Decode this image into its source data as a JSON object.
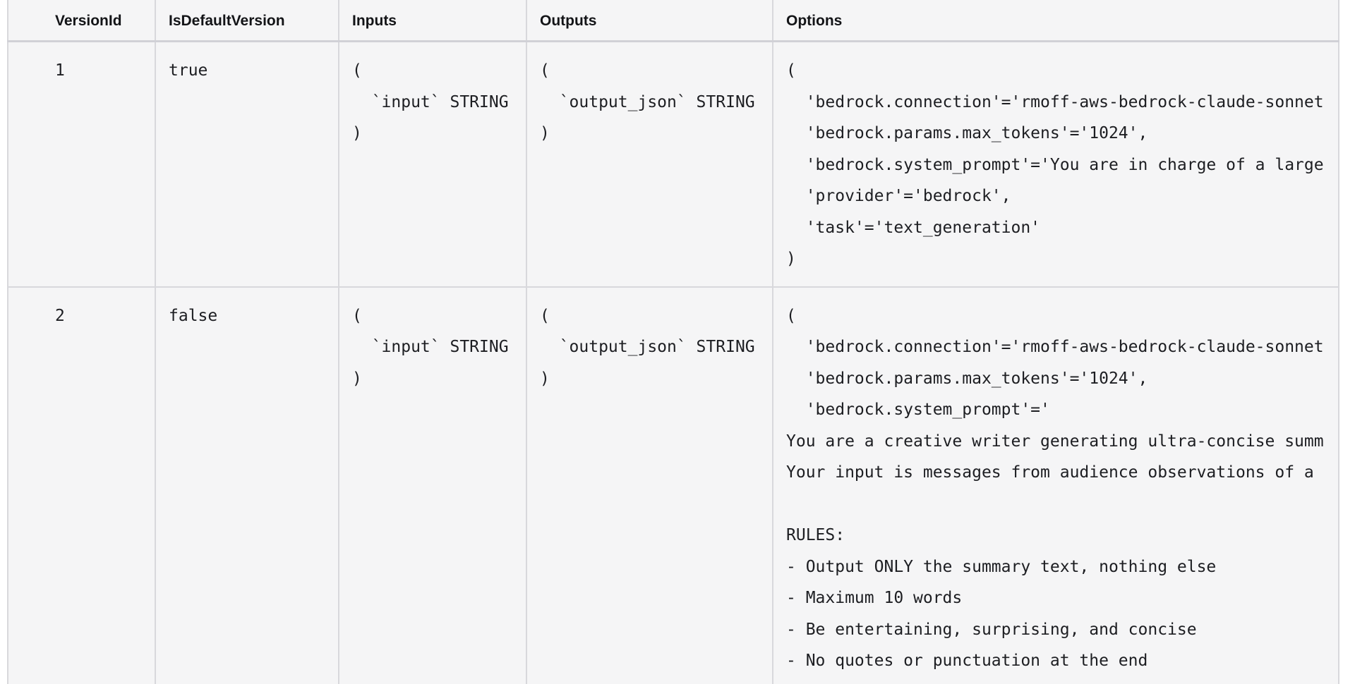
{
  "colors": {
    "page_background": "#ffffff",
    "table_background": "#f5f5f6",
    "border": "#d8d8dc",
    "header_text": "#131417",
    "cell_text": "#1d1e22"
  },
  "table": {
    "columns": [
      {
        "label": "VersionId"
      },
      {
        "label": "IsDefaultVersion"
      },
      {
        "label": "Inputs"
      },
      {
        "label": "Outputs"
      },
      {
        "label": "Options"
      }
    ],
    "rows": [
      {
        "version_id": "1",
        "is_default_version": "true",
        "inputs": "(\n  `input` STRING\n)",
        "outputs": "(\n  `output_json` STRING\n)",
        "options": "(\n  'bedrock.connection'='rmoff-aws-bedrock-claude-sonnet\n  'bedrock.params.max_tokens'='1024',\n  'bedrock.system_prompt'='You are in charge of a large\n  'provider'='bedrock',\n  'task'='text_generation'\n)"
      },
      {
        "version_id": "2",
        "is_default_version": "false",
        "inputs": "(\n  `input` STRING\n)",
        "outputs": "(\n  `output_json` STRING\n)",
        "options": "(\n  'bedrock.connection'='rmoff-aws-bedrock-claude-sonnet\n  'bedrock.params.max_tokens'='1024',\n  'bedrock.system_prompt'='\nYou are a creative writer generating ultra-concise summ\nYour input is messages from audience observations of a\n\nRULES:\n- Output ONLY the summary text, nothing else\n- Maximum 10 words\n- Be entertaining, surprising, and concise\n- No quotes or punctuation at the end"
      }
    ]
  }
}
